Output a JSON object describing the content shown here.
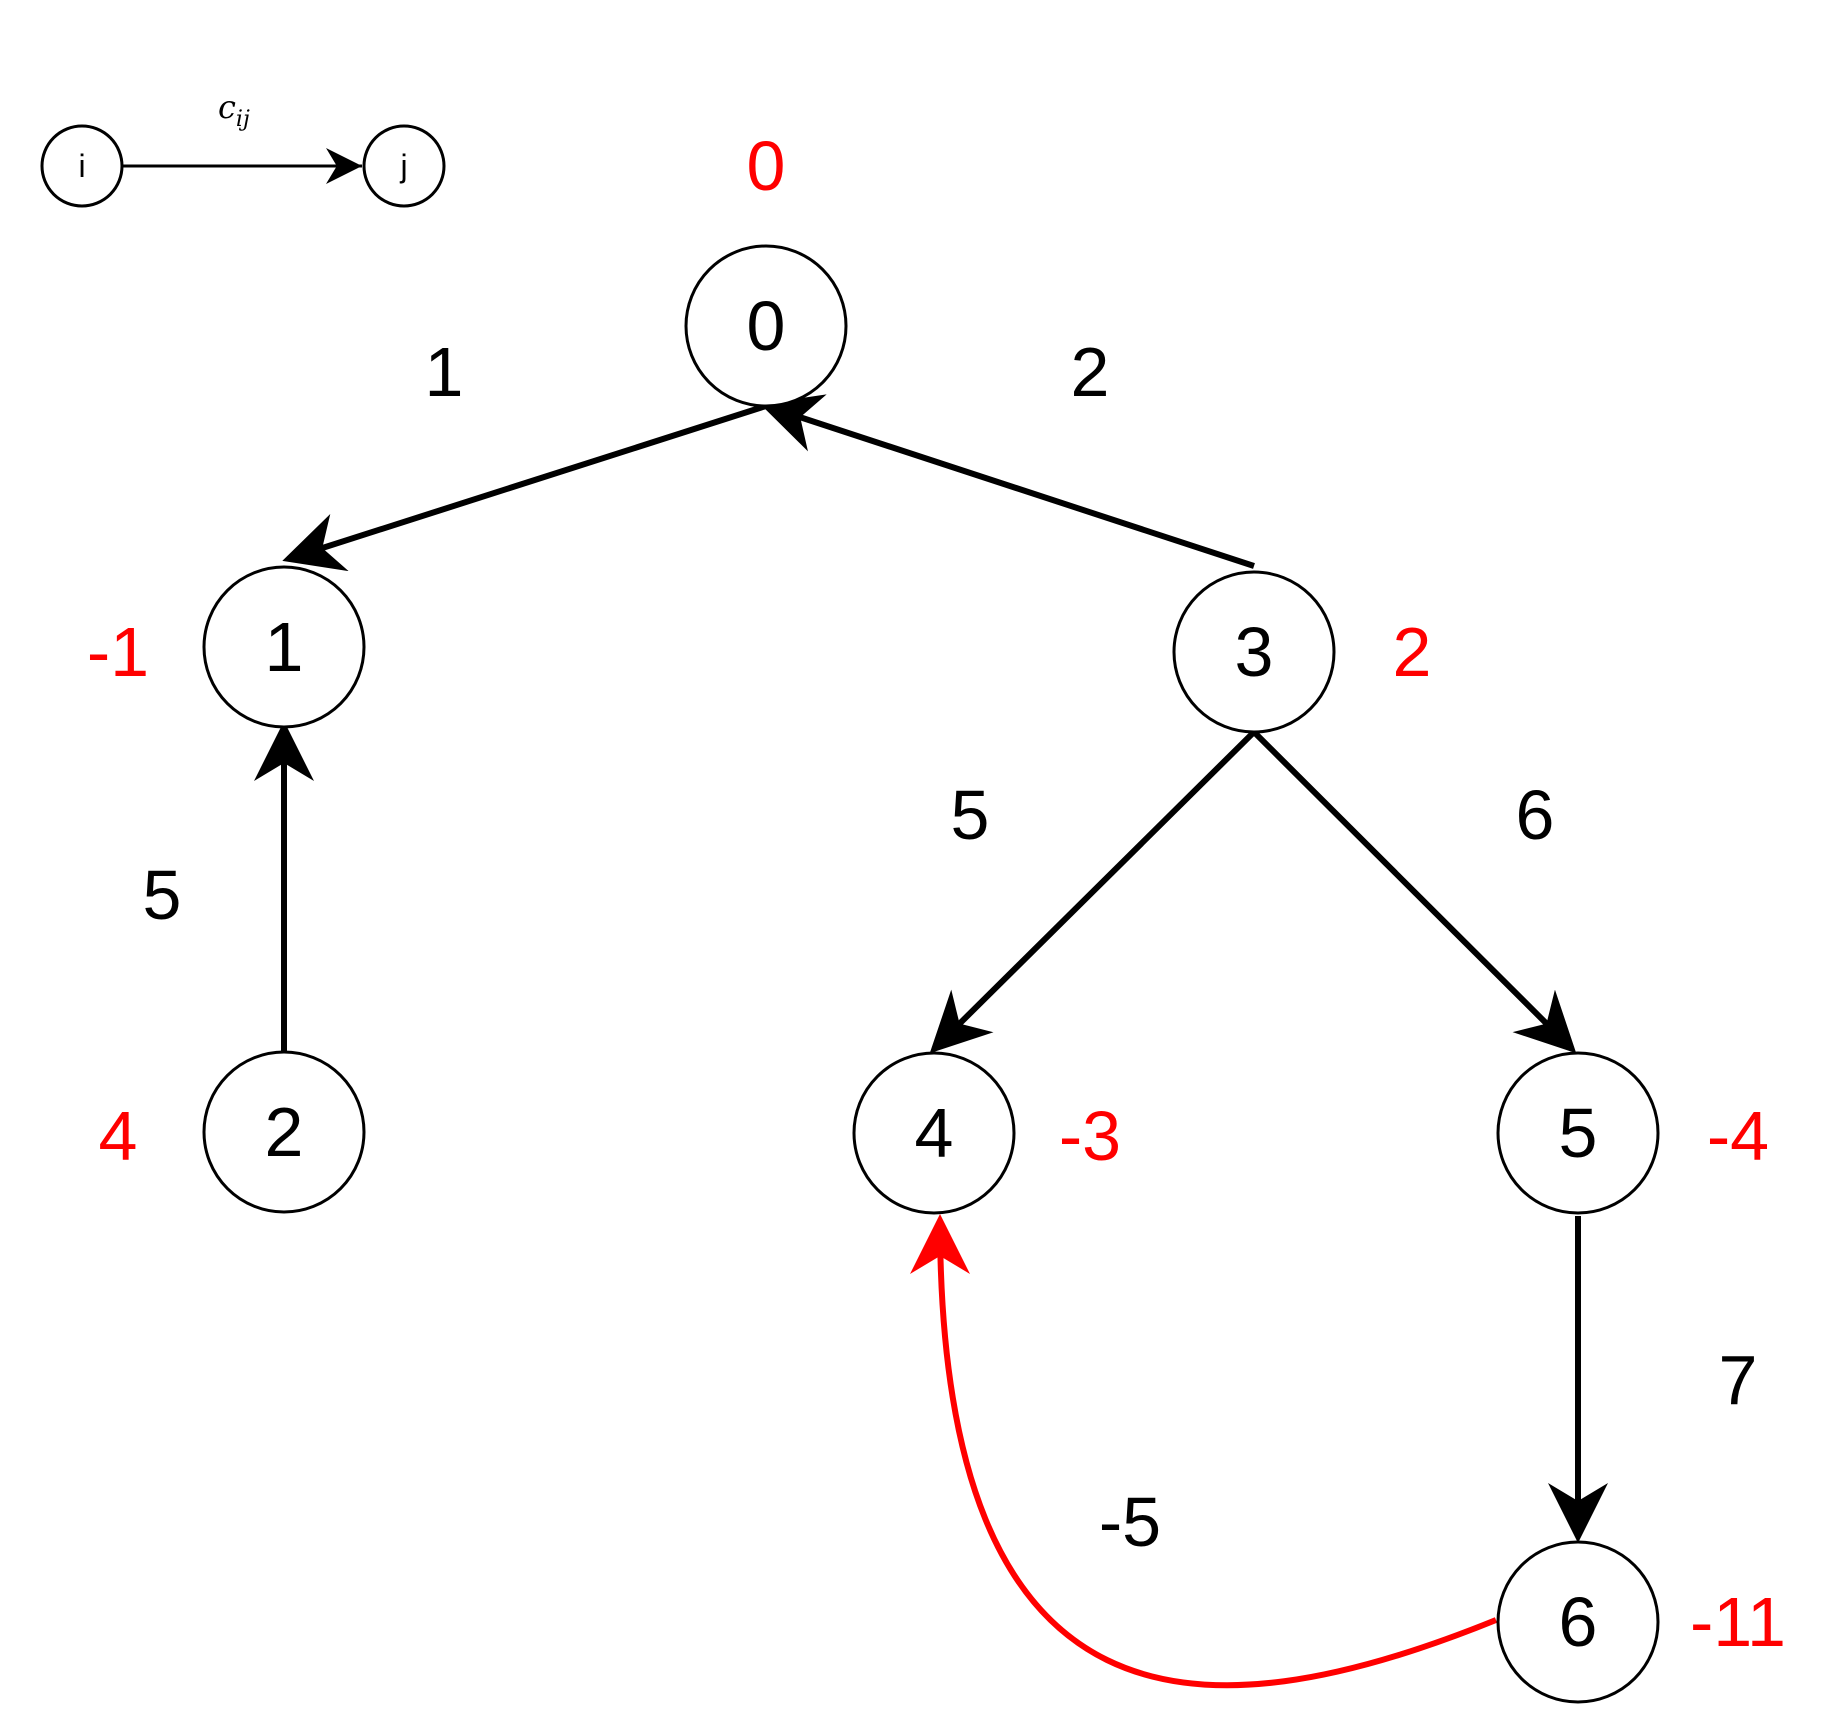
{
  "legend": {
    "from_label": "i",
    "to_label": "j",
    "cost_main": "c",
    "cost_sub": "ij"
  },
  "nodes": [
    {
      "id": "0",
      "label": "0",
      "potential": "0"
    },
    {
      "id": "1",
      "label": "1",
      "potential": "-1"
    },
    {
      "id": "2",
      "label": "2",
      "potential": "4"
    },
    {
      "id": "3",
      "label": "3",
      "potential": "2"
    },
    {
      "id": "4",
      "label": "4",
      "potential": "-3"
    },
    {
      "id": "5",
      "label": "5",
      "potential": "-4"
    },
    {
      "id": "6",
      "label": "6",
      "potential": "-11"
    }
  ],
  "edges": [
    {
      "from": "0",
      "to": "1",
      "weight": "1",
      "color": "#000000"
    },
    {
      "from": "3",
      "to": "0",
      "weight": "2",
      "color": "#000000"
    },
    {
      "from": "2",
      "to": "1",
      "weight": "5",
      "color": "#000000"
    },
    {
      "from": "3",
      "to": "4",
      "weight": "5",
      "color": "#000000"
    },
    {
      "from": "3",
      "to": "5",
      "weight": "6",
      "color": "#000000"
    },
    {
      "from": "5",
      "to": "6",
      "weight": "7",
      "color": "#000000"
    },
    {
      "from": "6",
      "to": "4",
      "weight": "-5",
      "color": "#ff0000"
    }
  ],
  "colors": {
    "tree_edge": "#000000",
    "entering_edge": "#ff0000",
    "potential_text": "#ff0000"
  }
}
